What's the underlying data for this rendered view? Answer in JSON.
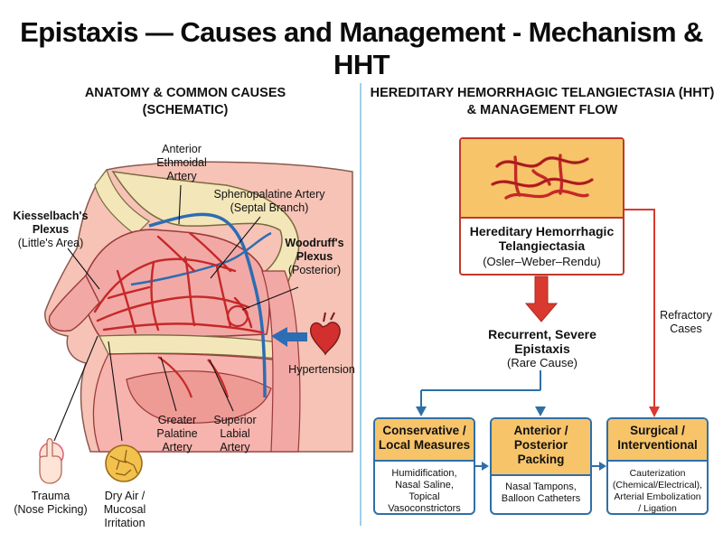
{
  "title": "Epistaxis — Causes and Management - Mechanism & HHT",
  "left_section": {
    "title_line1": "ANATOMY & COMMON CAUSES",
    "title_line2": "(SCHEMATIC)",
    "labels": {
      "anterior_ethmoidal": [
        "Anterior",
        "Ethmoidal",
        "Artery"
      ],
      "sphenopalatine": [
        "Sphenopalatine Artery",
        "(Septal Branch)"
      ],
      "kiesselbach_bold": [
        "Kiesselbach's",
        "Plexus"
      ],
      "kiesselbach_sub": "(Little's Area)",
      "woodruff_bold": [
        "Woodruff's",
        "Plexus"
      ],
      "woodruff_sub": "(Posterior)",
      "hypertension": "Hypertension",
      "greater_palatine": [
        "Greater",
        "Palatine",
        "Artery"
      ],
      "superior_labial": [
        "Superior",
        "Labial",
        "Artery"
      ],
      "trauma": [
        "Trauma",
        "(Nose Picking)"
      ],
      "dry_air": [
        "Dry Air /",
        "Mucosal",
        "Irritation"
      ]
    }
  },
  "right_section": {
    "title_line1": "HEREDITARY HEMORRHAGIC TELANGIECTASIA (HHT)",
    "title_line2": "& MANAGEMENT FLOW",
    "hht_name": [
      "Hereditary Hemorrhagic",
      "Telangiectasia"
    ],
    "hht_alt": "(Osler–Weber–Rendu)",
    "refractory": [
      "Refractory",
      "Cases"
    ],
    "recurrent": [
      "Recurrent, Severe",
      "Epistaxis"
    ],
    "recurrent_sub": "(Rare Cause)",
    "boxes": [
      {
        "title": [
          "Conservative /",
          "Local Measures"
        ],
        "body": [
          "Humidification,",
          "Nasal Saline,",
          "Topical",
          "Vasoconstrictors"
        ]
      },
      {
        "title": [
          "Anterior /",
          "Posterior",
          "Packing"
        ],
        "body": [
          "Nasal Tampons,",
          "Balloon Catheters"
        ]
      },
      {
        "title": [
          "Surgical /",
          "Interventional"
        ],
        "body": [
          "Cauterization",
          "(Chemical/Electrical),",
          "Arterial Embolization",
          "/ Ligation"
        ]
      }
    ]
  },
  "colors": {
    "artery_red": "#c62828",
    "vessel_blue": "#2c6db3",
    "tissue_pink": "#f2a9a6",
    "bone": "#f3e6b8",
    "box_orange": "#f7c46a",
    "box_border_blue": "#2f6fa6",
    "arrow_red": "#d93a2f",
    "divider_blue": "#9fd0ea"
  },
  "icons": [
    "heart-icon",
    "finger-icon",
    "dry-texture-icon",
    "telangiectasia-vessels-icon"
  ]
}
